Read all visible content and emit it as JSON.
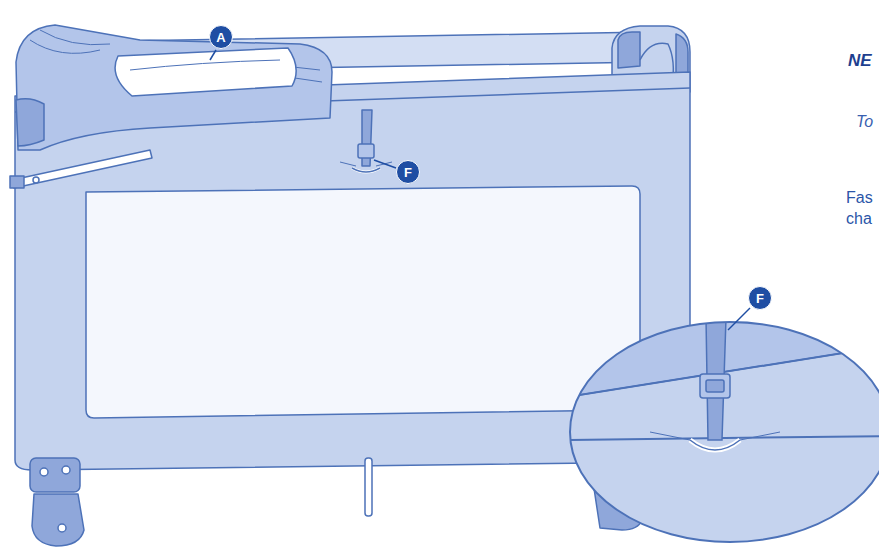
{
  "diagram": {
    "nodes": [
      {
        "text": [
          "A"
        ]
      },
      {
        "text": [
          "F"
        ]
      },
      {
        "text": [
          "F"
        ]
      }
    ],
    "labels": [
      "NE",
      "To",
      "Fas",
      "cha"
    ]
  }
}
